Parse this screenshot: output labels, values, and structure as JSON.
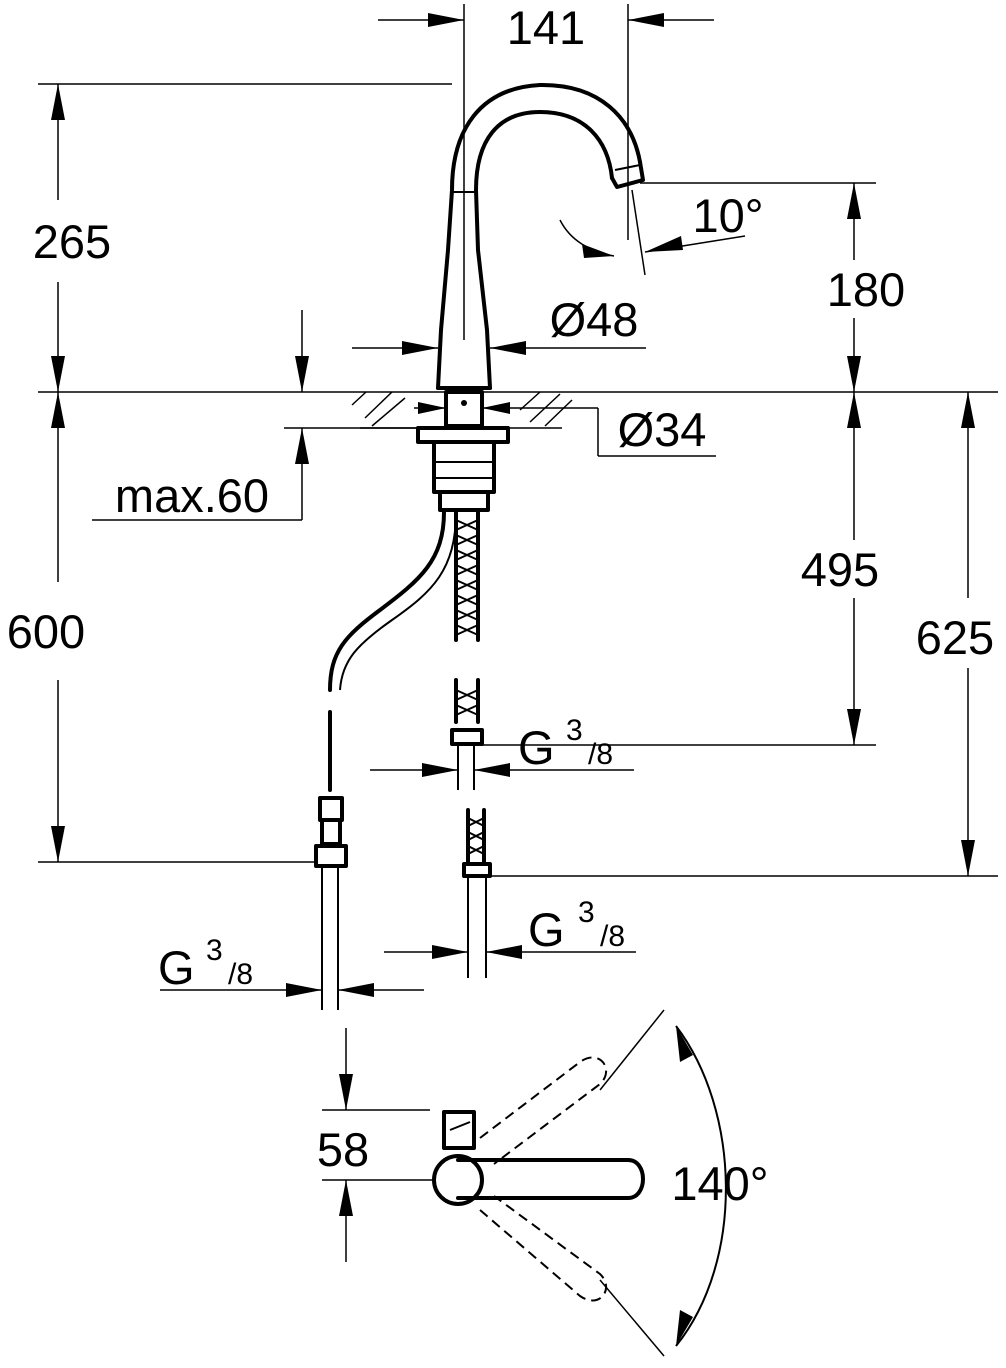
{
  "dimensions": {
    "spout_reach": "141",
    "spout_height_above_deck": "265",
    "outlet_height": "180",
    "outlet_angle": "10°",
    "body_diameter": "Ø48",
    "hole_diameter": "Ø34",
    "max_deck_thickness": "max.60",
    "hose_length": "495",
    "cable_length": "600",
    "total_hose_length": "625",
    "handle_offset": "58",
    "handle_rotation": "140°"
  },
  "connections": {
    "thread_g": "G",
    "thread_num": "3",
    "thread_den": "/8"
  }
}
